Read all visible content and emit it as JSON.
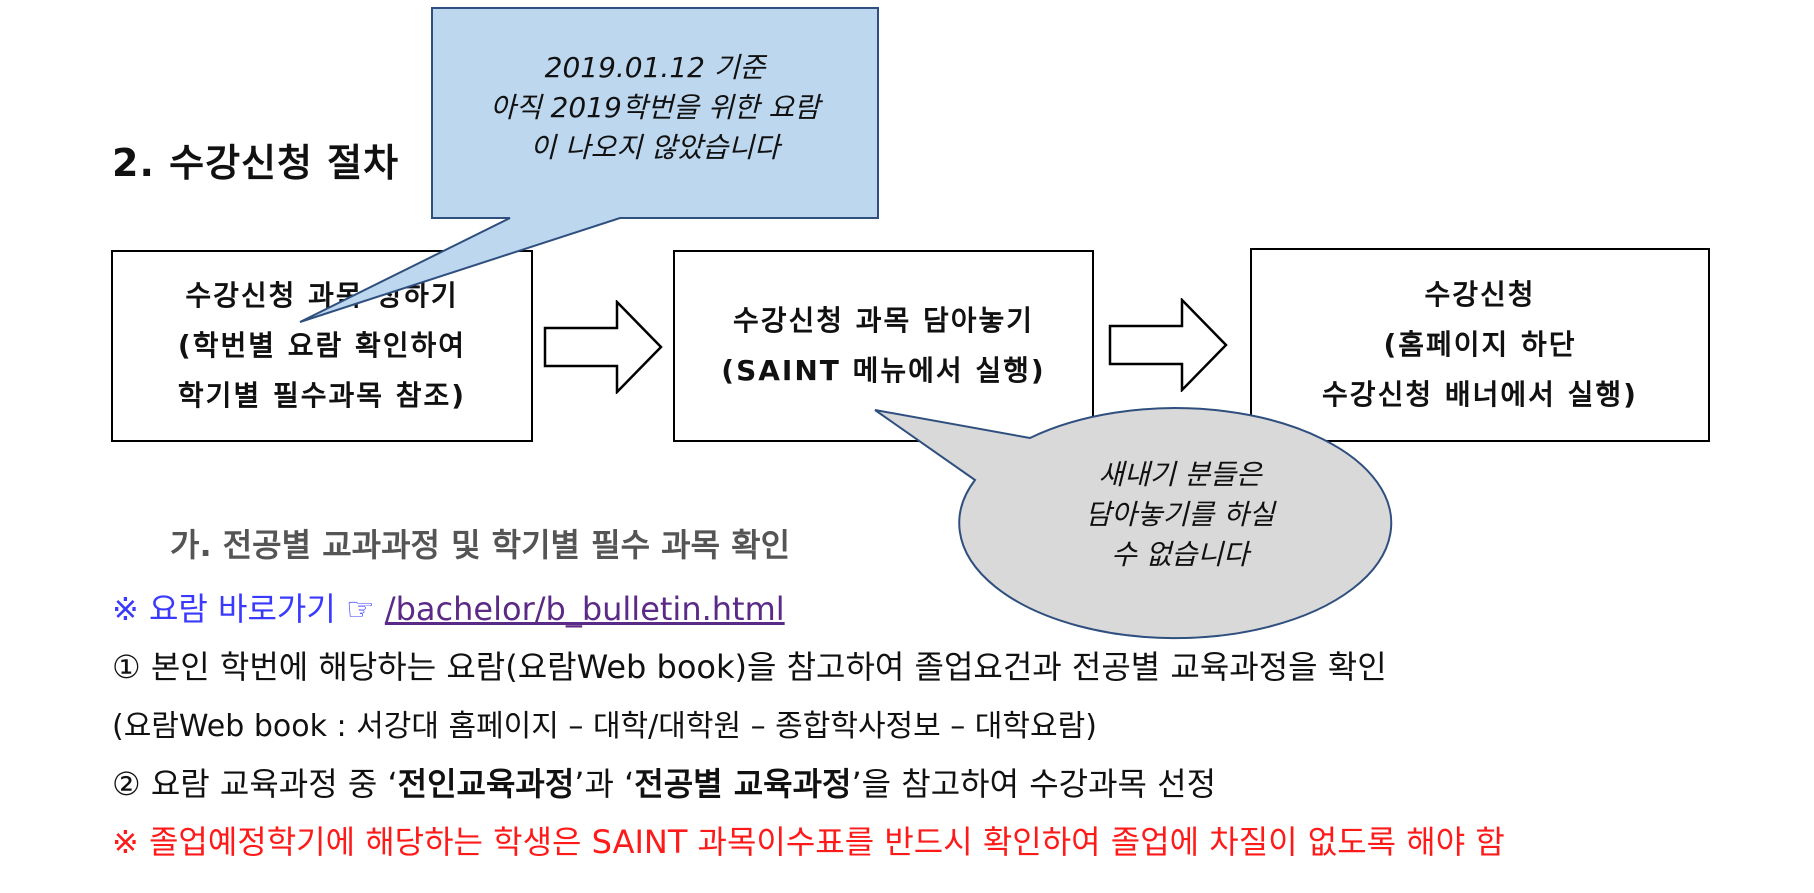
{
  "section_title": "2. 수강신청 절차",
  "steps": [
    {
      "lines": [
        "수강신청 과목 정하기",
        "(학번별 요람 확인하여",
        "학기별 필수과목 참조)"
      ]
    },
    {
      "lines": [
        "수강신청 과목 담아놓기",
        "(SAINT 메뉴에서 실행)"
      ]
    },
    {
      "lines": [
        "수강신청",
        "(홈페이지 하단",
        "수강신청 배너에서 실행)"
      ]
    }
  ],
  "callout_top": {
    "lines": [
      "2019.01.12 기준",
      "아직 2019학번을 위한 요람",
      "이 나오지 않았습니다"
    ],
    "fill": "#bdd7ee"
  },
  "callout_bottom": {
    "lines": [
      "새내기 분들은",
      "담아놓기를 하실",
      "수 없습니다"
    ],
    "fill": "#d9d9d9"
  },
  "subheading": "가. 전공별 교과과정 및 학기별 필수 과목 확인",
  "shortcut": {
    "label": "※ 요람 바로가기",
    "hand": "☞",
    "link": "/bachelor/b_bulletin.html"
  },
  "para1": "① 본인 학번에 해당하는 요람(요람Web book)을 참고하여 졸업요건과 전공별 교육과정을 확인",
  "para2": "(요람Web book : 서강대 홈페이지 – 대학/대학원 – 종합학사정보 – 대학요람)",
  "para3": {
    "pre": "② 요람 교육과정 중 ‘",
    "bold1": "전인교육과정",
    "mid": "’과 ‘",
    "bold2": "전공별 교육과정",
    "post": "’을 참고하여 수강과목 선정"
  },
  "warning": "※ 졸업예정학기에 해당하는 학생은 SAINT 과목이수표를 반드시 확인하여 졸업에 차질이 없도록 해야 함",
  "colors": {
    "warning": "#ff1a1a",
    "link": "#5b2a86",
    "shortcut": "#3a3aff"
  }
}
